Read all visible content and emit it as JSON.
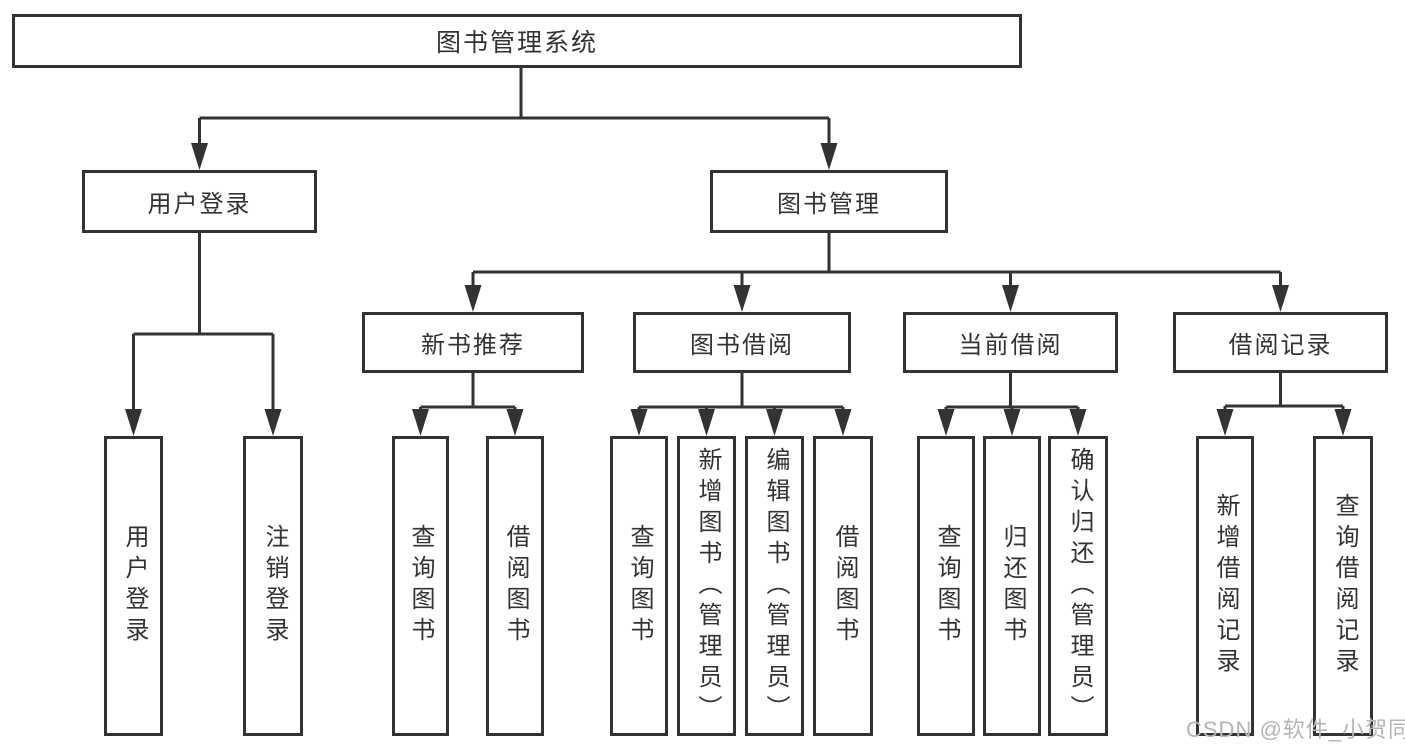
{
  "colors": {
    "line": "#333333",
    "text": "#333333",
    "watermark_color": "#b5b5b5",
    "background": "#ffffff"
  },
  "diagram": {
    "root": "图书管理系统",
    "user": {
      "label": "用户登录",
      "children": [
        "用户登录",
        "注销登录"
      ]
    },
    "mgmt": {
      "label": "图书管理",
      "sections": [
        {
          "label": "新书推荐",
          "children": [
            "查询图书",
            "借阅图书"
          ]
        },
        {
          "label": "图书借阅",
          "children": [
            "查询图书",
            "新增图书（管理员）",
            "编辑图书（管理员）",
            "借阅图书"
          ]
        },
        {
          "label": "当前借阅",
          "children": [
            "查询图书",
            "归还图书",
            "确认归还（管理员）"
          ]
        },
        {
          "label": "借阅记录",
          "children": [
            "新增借阅记录",
            "查询借阅记录"
          ]
        }
      ]
    }
  },
  "watermark": "CSDN @软件_小贺同学"
}
